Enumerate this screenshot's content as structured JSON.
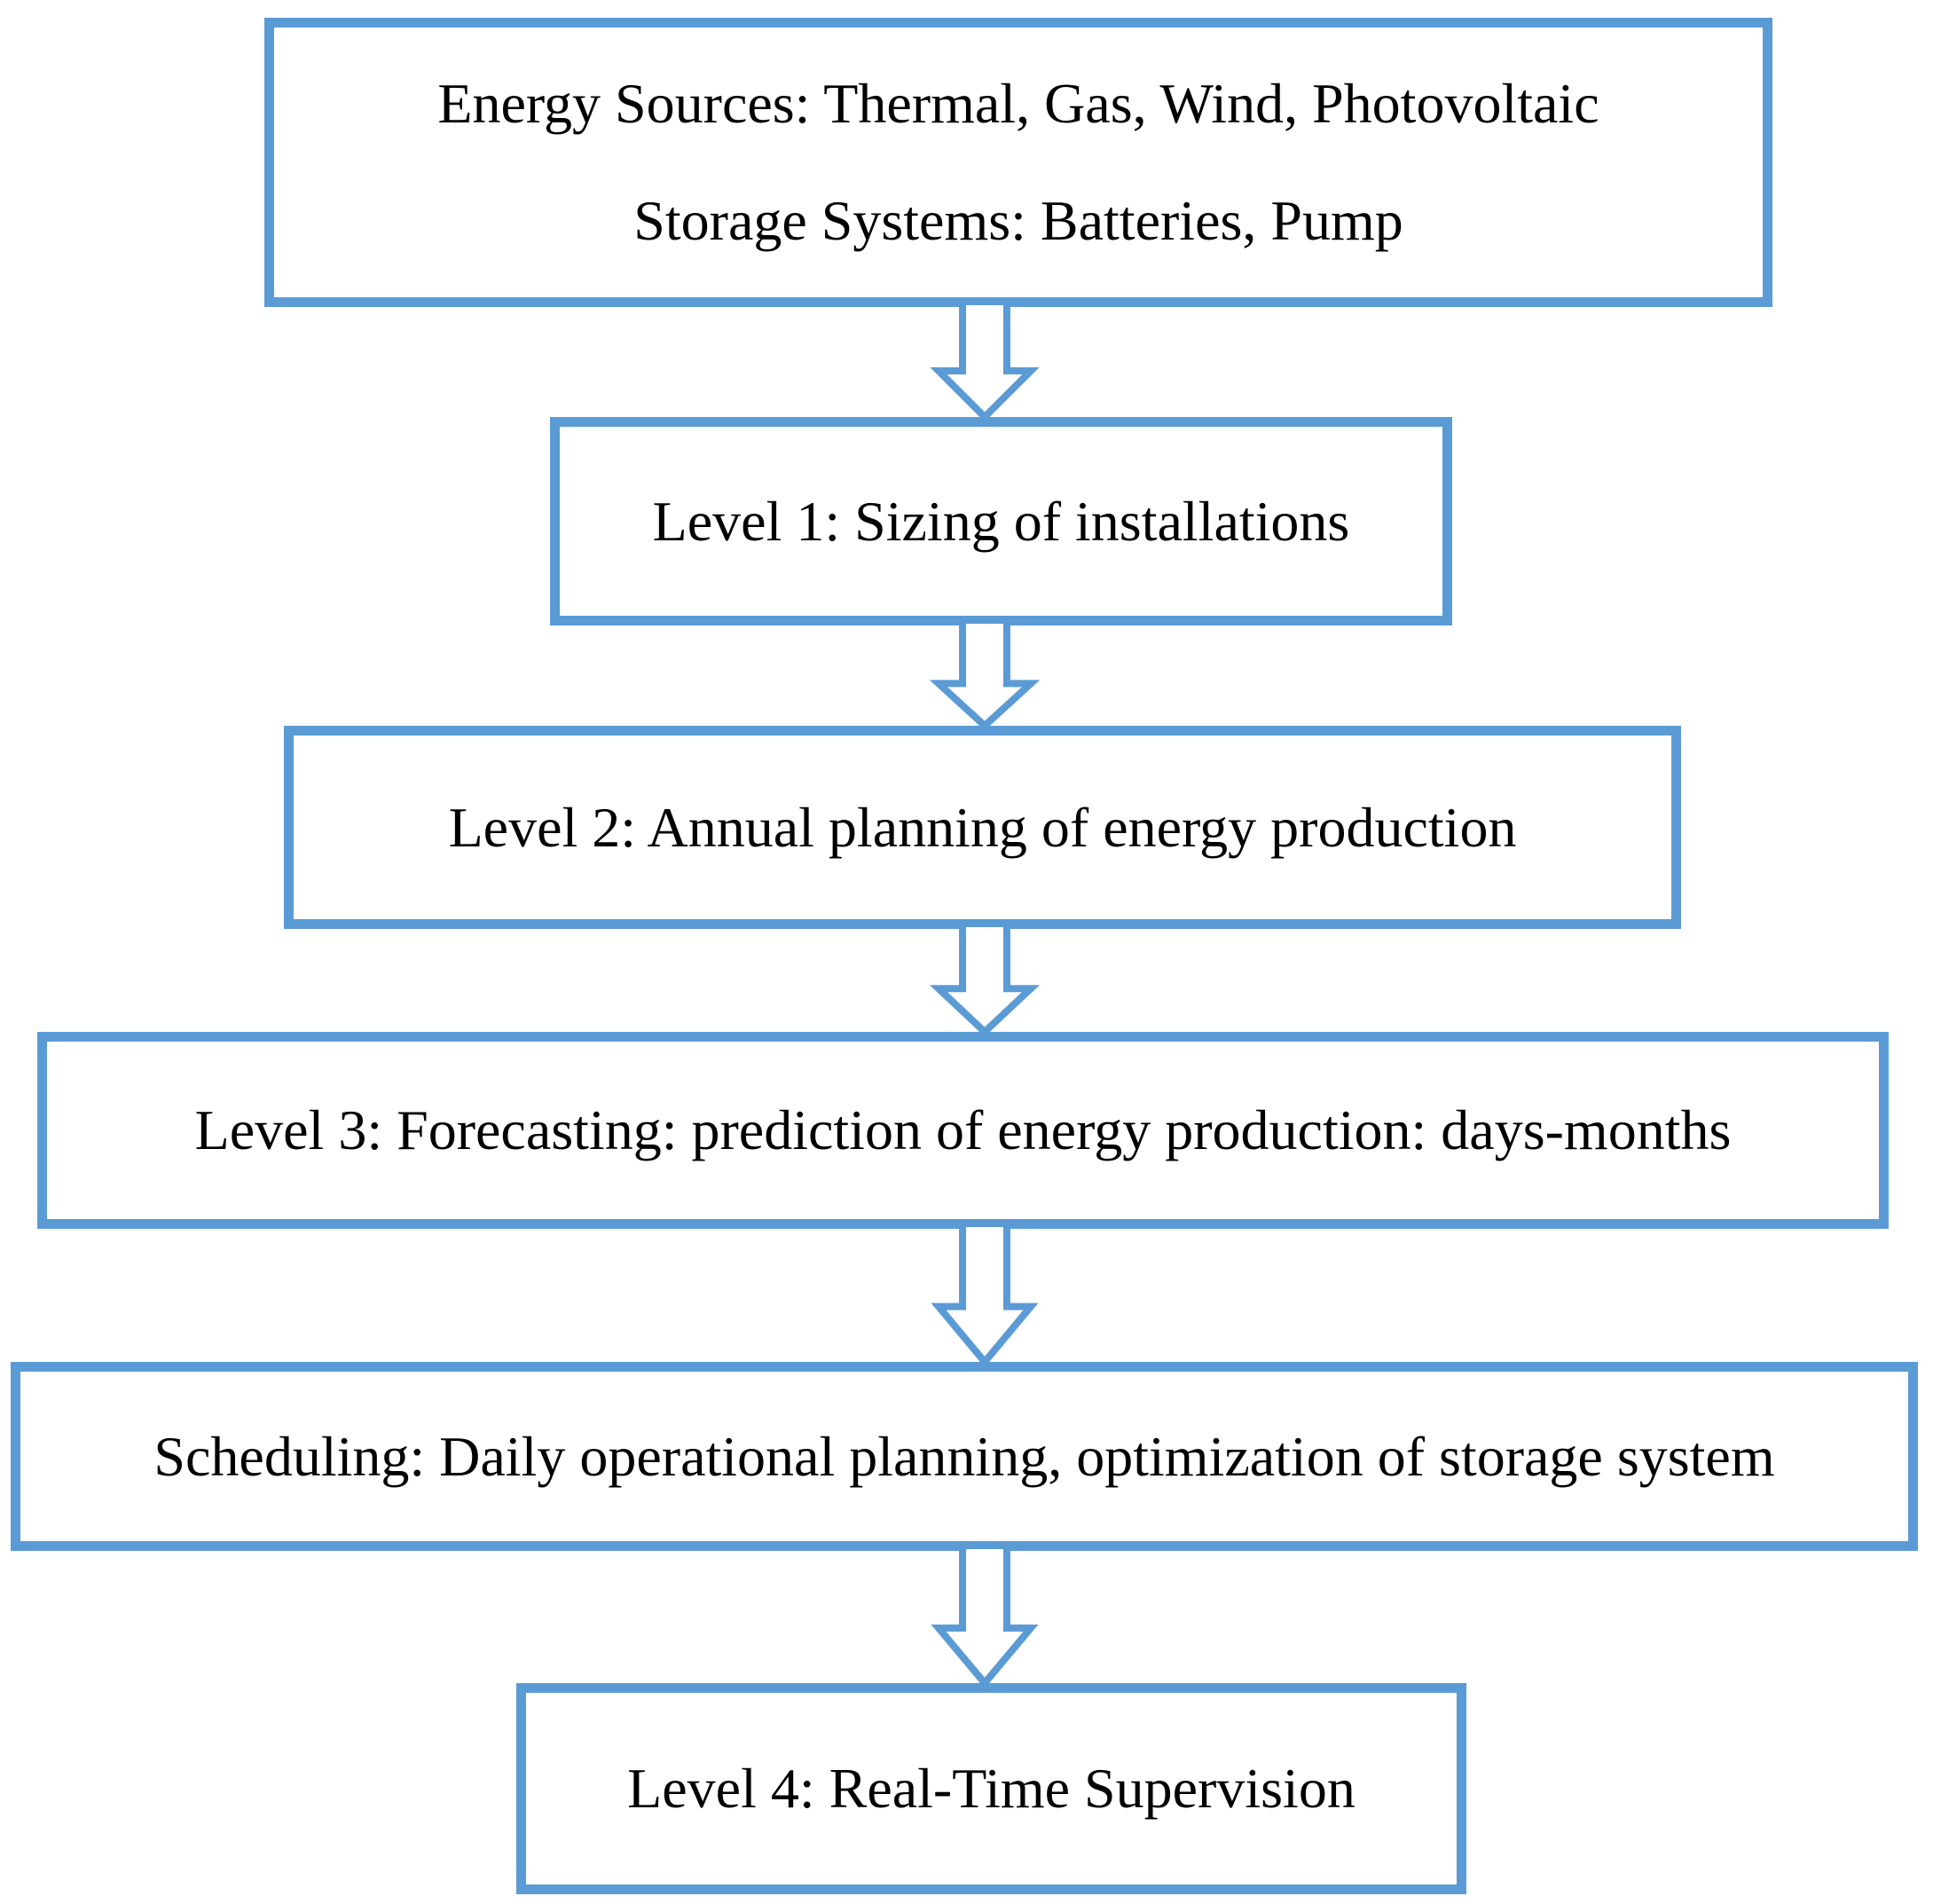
{
  "diagram": {
    "type": "flowchart",
    "colors": {
      "accent": "#5B9BD5",
      "text": "#000000",
      "background": "#FFFFFF"
    },
    "icons": {
      "connector": "down-arrow"
    },
    "nodes": [
      {
        "id": "energy-sources",
        "lines": [
          "Energy Sources: Thermal, Gas, Wind, Photovoltaic",
          "Storage Systems: Batteries, Pump"
        ]
      },
      {
        "id": "level-1",
        "lines": [
          "Level 1: Sizing of installations"
        ]
      },
      {
        "id": "level-2",
        "lines": [
          "Level 2: Annual planning of energy production"
        ]
      },
      {
        "id": "level-3",
        "lines": [
          "Level 3: Forecasting: prediction of energy production: days-months"
        ]
      },
      {
        "id": "scheduling",
        "lines": [
          "Scheduling: Daily operational planning, optimization of storage system"
        ]
      },
      {
        "id": "level-4",
        "lines": [
          "Level 4: Real-Time Supervision"
        ]
      }
    ],
    "connections": [
      {
        "from": "energy-sources",
        "to": "level-1"
      },
      {
        "from": "level-1",
        "to": "level-2"
      },
      {
        "from": "level-2",
        "to": "level-3"
      },
      {
        "from": "level-3",
        "to": "scheduling"
      },
      {
        "from": "scheduling",
        "to": "level-4"
      }
    ]
  }
}
